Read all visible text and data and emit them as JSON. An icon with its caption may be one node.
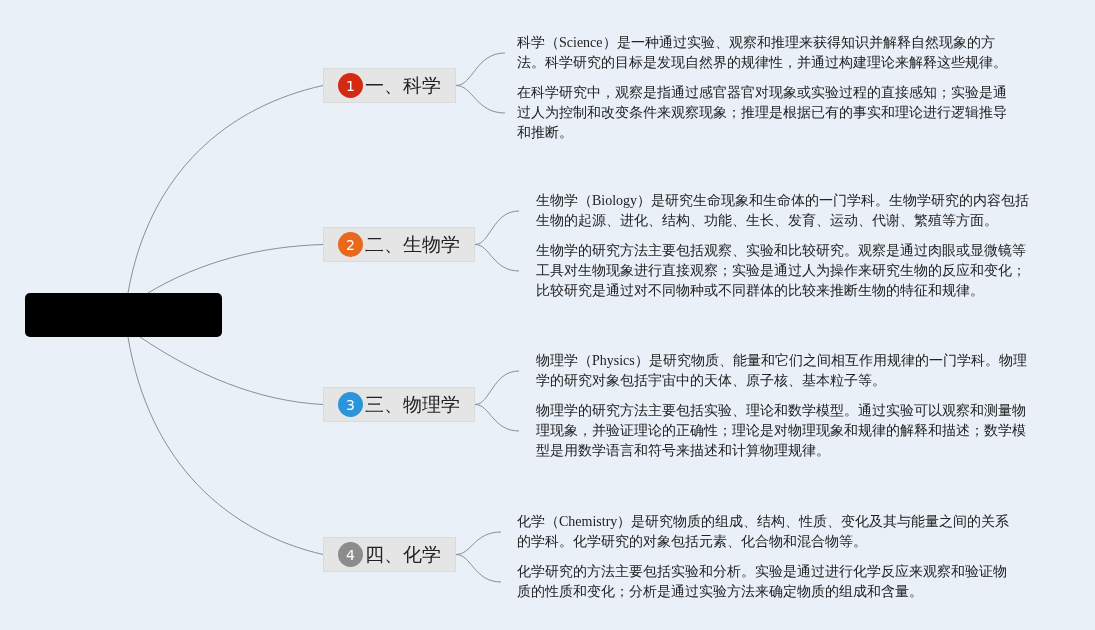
{
  "diagram": {
    "nodes": [
      {
        "text": [],
        "shape": "box"
      },
      {
        "text": [
          "1",
          "一、科学"
        ]
      },
      {
        "text": [
          "科学（Science）是一种通过实验、观察和推理来获得知识并解释自然现象的方法。科学研究的目标是发现自然界的规律性，并通过构建理论来解释这些规律。"
        ]
      },
      {
        "text": [
          "在科学研究中，观察是指通过感官器官对现象或实验过程的直接感知；实验是通过人为控制和改变条件来观察现象；推理是根据已有的事实和理论进行逻辑推导和推断。"
        ]
      },
      {
        "text": [
          "2",
          "二、生物学"
        ]
      },
      {
        "text": [
          "生物学（Biology）是研究生命现象和生命体的一门学科。生物学研究的内容包括生物的起源、进化、结构、功能、生长、发育、运动、代谢、繁殖等方面。"
        ]
      },
      {
        "text": [
          "生物学的研究方法主要包括观察、实验和比较研究。观察是通过肉眼或显微镜等工具对生物现象进行直接观察；实验是通过人为操作来研究生物的反应和变化；比较研究是通过对不同物种或不同群体的比较来推断生物的特征和规律。"
        ]
      },
      {
        "text": [
          "3",
          "三、物理学"
        ]
      },
      {
        "text": [
          "物理学（Physics）是研究物质、能量和它们之间相互作用规律的一门学科。物理学的研究对象包括宇宙中的天体、原子核、基本粒子等。"
        ]
      },
      {
        "text": [
          "物理学的研究方法主要包括实验、理论和数学模型。通过实验可以观察和测量物理现象，并验证理论的正确性；理论是对物理现象和规律的解释和描述；数学模型是用数学语言和符号来描述和计算物理规律。"
        ]
      },
      {
        "text": [
          "4",
          "四、化学"
        ]
      },
      {
        "text": [
          "化学（Chemistry）是研究物质的组成、结构、性质、变化及其与能量之间的关系的学科。化学研究的对象包括元素、化合物和混合物等。"
        ]
      },
      {
        "text": [
          "化学研究的方法主要包括实验和分析。实验是通过进行化学反应来观察和验证物质的性质和变化；分析是通过实验方法来确定物质的组成和含量。"
        ]
      }
    ],
    "edges": [
      {
        "from": 0,
        "to": 1,
        "arrow": "none"
      },
      {
        "from": 1,
        "to": 2,
        "arrow": "none"
      },
      {
        "from": 1,
        "to": 3,
        "arrow": "none"
      },
      {
        "from": 0,
        "to": 4,
        "arrow": "none"
      },
      {
        "from": 4,
        "to": 5,
        "arrow": "none"
      },
      {
        "from": 4,
        "to": 6,
        "arrow": "none"
      },
      {
        "from": 0,
        "to": 7,
        "arrow": "none"
      },
      {
        "from": 7,
        "to": 8,
        "arrow": "none"
      },
      {
        "from": 7,
        "to": 9,
        "arrow": "none"
      },
      {
        "from": 0,
        "to": 10,
        "arrow": "none"
      },
      {
        "from": 10,
        "to": 11,
        "arrow": "none"
      },
      {
        "from": 10,
        "to": 12,
        "arrow": "none"
      }
    ]
  }
}
